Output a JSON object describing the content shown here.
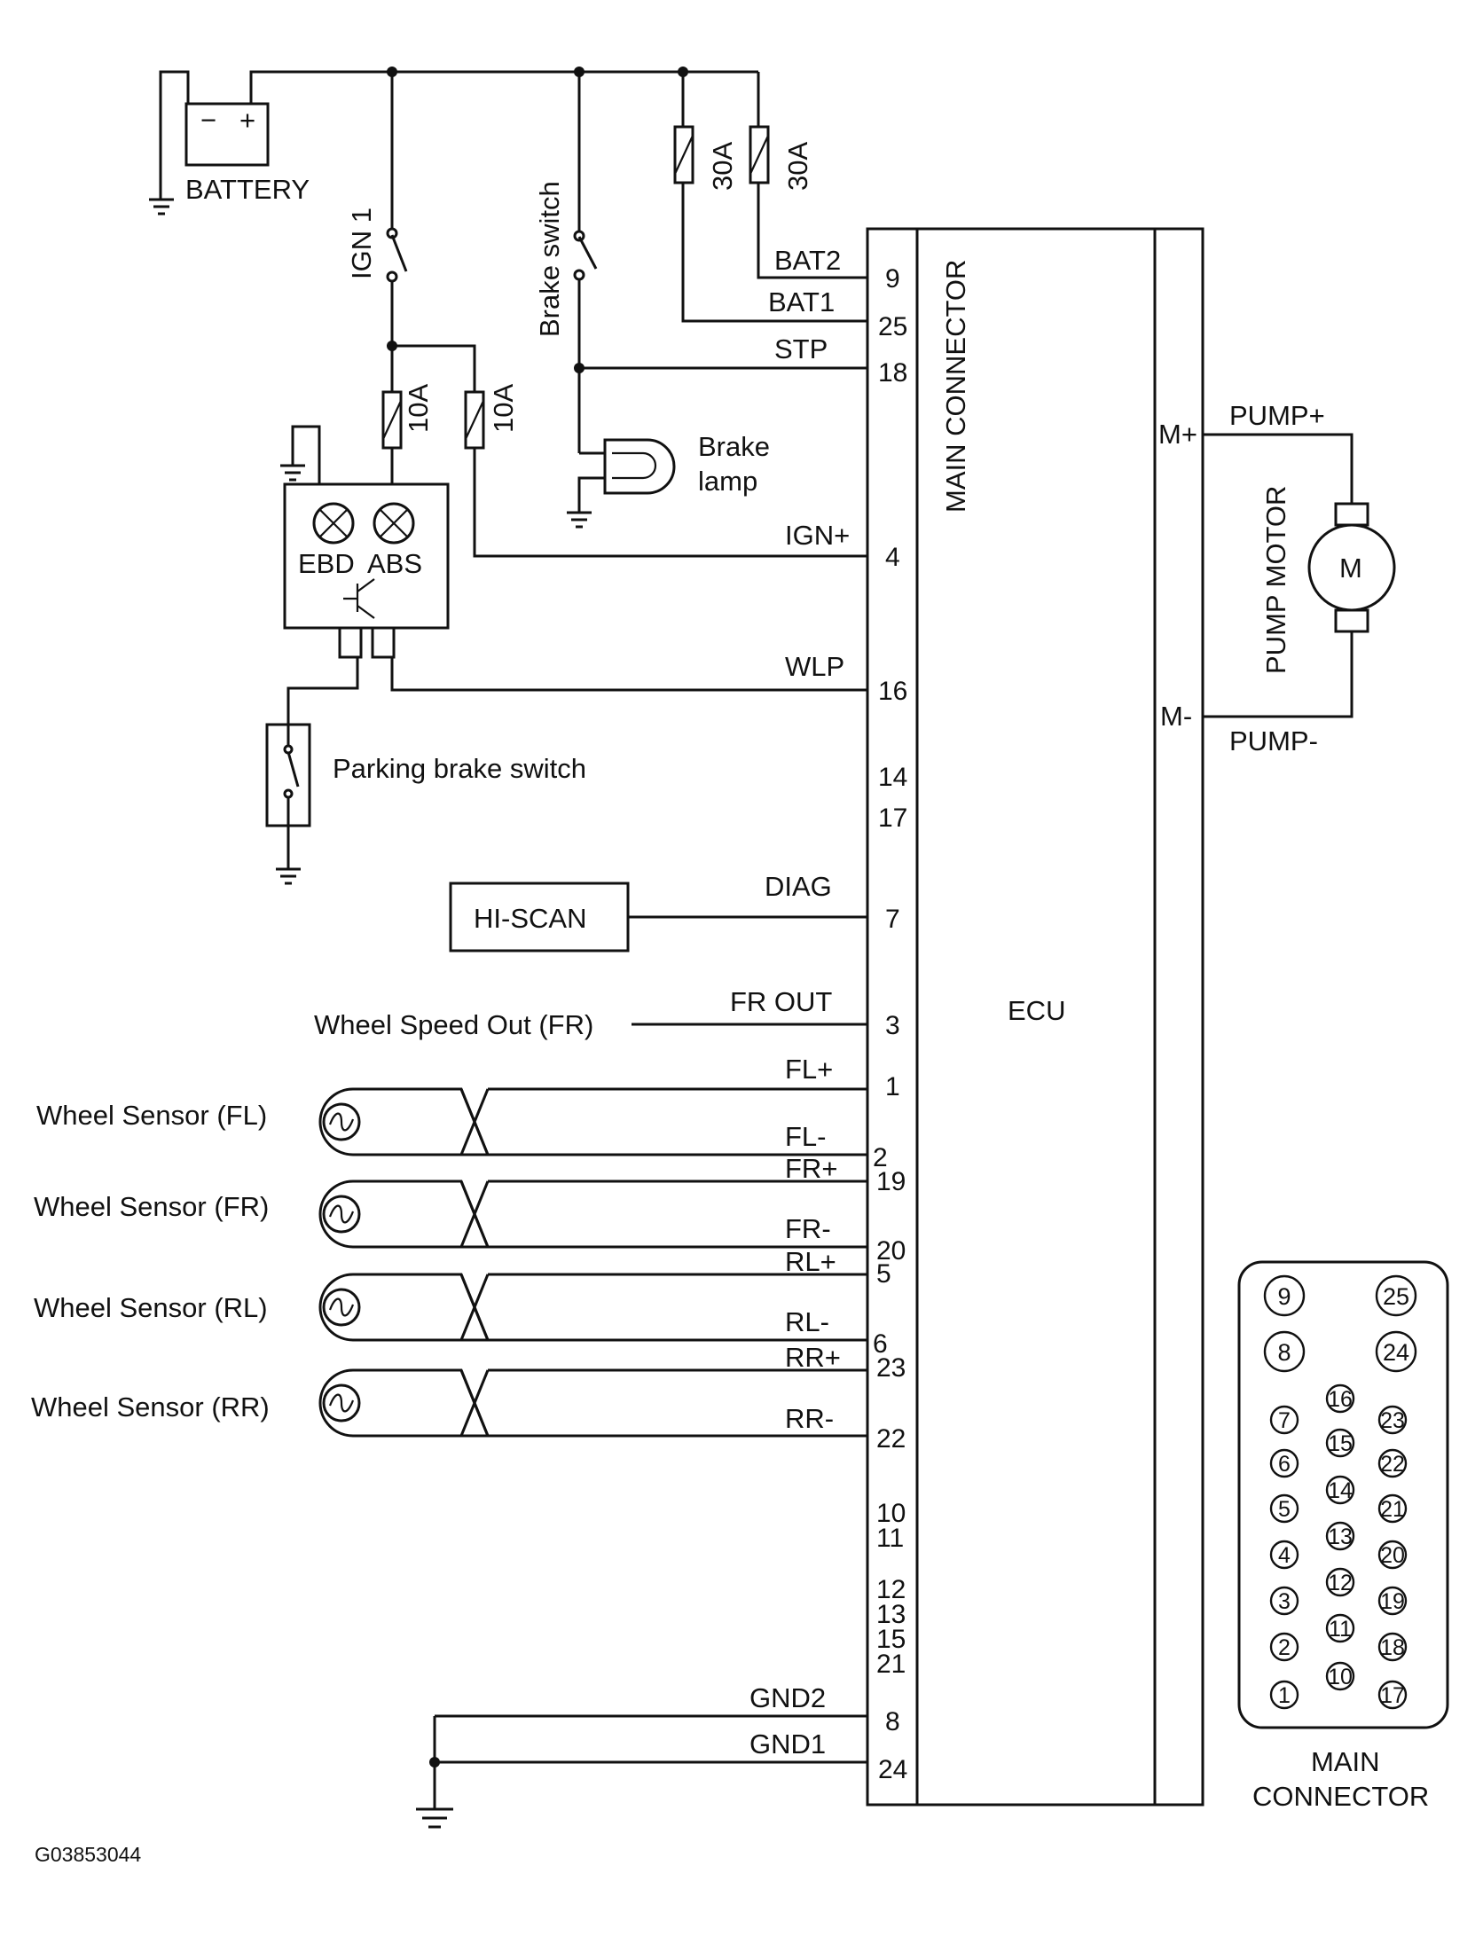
{
  "power": {
    "battery": "BATTERY",
    "battery_minus": "−",
    "battery_plus": "+",
    "ign1": "IGN 1",
    "brake_switch": "Brake switch",
    "brake_lamp_1": "Brake",
    "brake_lamp_2": "lamp",
    "fuse_bat2": "30A",
    "fuse_bat1": "30A",
    "fuse_ign_a": "10A",
    "fuse_ign_b": "10A"
  },
  "cluster": {
    "ebd": "EBD",
    "abs": "ABS"
  },
  "parking_brake": "Parking brake switch",
  "hi_scan": "HI-SCAN",
  "wheel_speed_out": "Wheel Speed Out (FR)",
  "sensors": {
    "fl": "Wheel Sensor (FL)",
    "fr": "Wheel Sensor (FR)",
    "rl": "Wheel Sensor (RL)",
    "rr": "Wheel Sensor (RR)"
  },
  "signals": {
    "bat2": "BAT2",
    "bat1": "BAT1",
    "stp": "STP",
    "ign_plus": "IGN+",
    "wlp": "WLP",
    "diag": "DIAG",
    "fr_out": "FR OUT",
    "fl_plus": "FL+",
    "fl_minus": "FL-",
    "fr_plus": "FR+",
    "fr_minus": "FR-",
    "rl_plus": "RL+",
    "rl_minus": "RL-",
    "rr_plus": "RR+",
    "rr_minus": "RR-",
    "gnd2": "GND2",
    "gnd1": "GND1"
  },
  "pins": {
    "p9": "9",
    "p25": "25",
    "p18": "18",
    "p4": "4",
    "p16": "16",
    "p14": "14",
    "p17": "17",
    "p7": "7",
    "p3": "3",
    "p1": "1",
    "p2": "2",
    "p19": "19",
    "p20": "20",
    "p5": "5",
    "p6": "6",
    "p23": "23",
    "p22": "22",
    "p10": "10",
    "p11": "11",
    "p12": "12",
    "p13": "13",
    "p15": "15",
    "p21": "21",
    "p8": "8",
    "p24": "24"
  },
  "ecu": {
    "main_connector": "MAIN CONNECTOR",
    "label": "ECU",
    "m_plus": "M+",
    "m_minus": "M-"
  },
  "pump": {
    "plus": "PUMP+",
    "minus": "PUMP-",
    "motor": "PUMP MOTOR",
    "m": "M"
  },
  "connector_face": {
    "title_1": "MAIN",
    "title_2": "CONNECTOR",
    "c9": "9",
    "c25": "25",
    "c8": "8",
    "c24": "24",
    "c7": "7",
    "c16": "16",
    "c23": "23",
    "c6": "6",
    "c15": "15",
    "c22": "22",
    "c5": "5",
    "c14": "14",
    "c21": "21",
    "c4": "4",
    "c13": "13",
    "c20": "20",
    "c3": "3",
    "c12": "12",
    "c19": "19",
    "c2": "2",
    "c11": "11",
    "c18": "18",
    "c1": "1",
    "c10": "10",
    "c17": "17"
  },
  "figure_id": "G03853044"
}
